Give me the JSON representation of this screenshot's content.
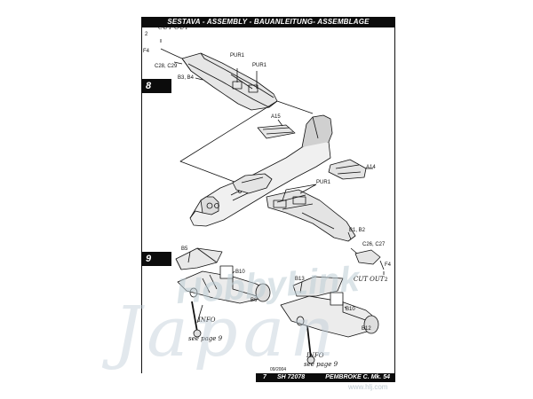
{
  "header": {
    "title": "SESTAVA -  ASSEMBLY - BAUANLEITUNG- ASSEMBLAGE"
  },
  "steps": [
    {
      "number": "8"
    },
    {
      "number": "9"
    }
  ],
  "labels": {
    "cut_out_top": "CUT OUT",
    "num2_top": "2",
    "f4_top": "F4",
    "c28_c29": "C28, C29",
    "b3_b4": "B3, B4",
    "pur1_a": "PUR1",
    "pur1_b": "PUR1",
    "a15": "A15",
    "a14": "A14",
    "pur1_c": "PUR1",
    "b1_b2": "B1, B2",
    "c26_c27": "C26, C27",
    "f4_bottom": "F4",
    "cut_out_bottom": "CUT OUT",
    "num2_bottom": "2",
    "b5": "B5",
    "b10_left": "B10",
    "b6": "B6",
    "info_left": "INFO",
    "see_page_left": "see page 9",
    "b13": "B13",
    "b10_right": "B10",
    "b12": "B12",
    "info_right": "INFO",
    "see_page_right": "see page 9"
  },
  "footer": {
    "date": "09/2004",
    "page": "7",
    "code": "SH 72078",
    "model": "PEMBROKE C. Mk. 54"
  },
  "watermark": {
    "brand": "HobbyLink",
    "script": "Japan",
    "url": "www.hlj.com"
  },
  "colors": {
    "ink": "#111111",
    "panel": "#0c0c0c",
    "shade": "#bdbdbd",
    "watermark": "#c9d3d9"
  }
}
